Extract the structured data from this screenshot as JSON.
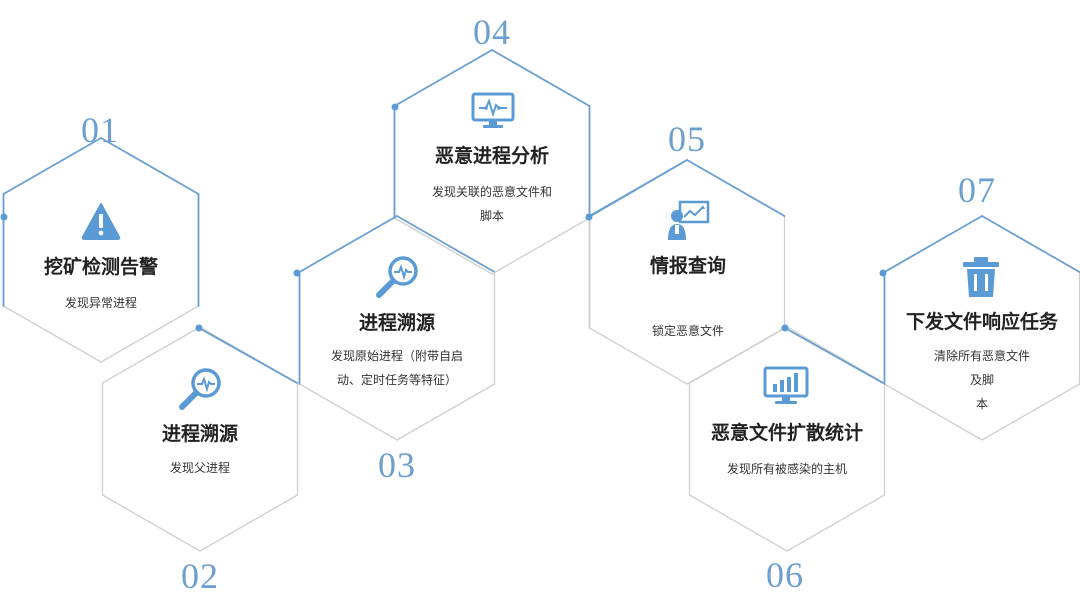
{
  "colors": {
    "accent": "#5b9bd5",
    "accent_outline": "#6a9fd2",
    "grey_outline": "#cfcfcf",
    "number": "#6b9fcf",
    "title": "#222222",
    "text": "#333333"
  },
  "steps": [
    {
      "number": "01",
      "title": "挖矿检测告警",
      "desc": [
        "发现异常进程"
      ],
      "icon": "warning-icon"
    },
    {
      "number": "02",
      "title": "进程溯源",
      "desc": [
        "发现父进程"
      ],
      "icon": "magnifier-pulse-icon"
    },
    {
      "number": "03",
      "title": "进程溯源",
      "desc": [
        "发现原始进程（附带自启",
        "动、定时任务等特征）"
      ],
      "icon": "magnifier-pulse-icon"
    },
    {
      "number": "04",
      "title": "恶意进程分析",
      "desc": [
        "发现关联的恶意文件和",
        "脚本"
      ],
      "icon": "monitor-pulse-icon"
    },
    {
      "number": "05",
      "title": "情报查询",
      "desc": [
        "锁定恶意文件"
      ],
      "icon": "presenter-chart-icon"
    },
    {
      "number": "06",
      "title": "恶意文件扩散统计",
      "desc": [
        "发现所有被感染的主机"
      ],
      "icon": "monitor-bars-icon"
    },
    {
      "number": "07",
      "title": "下发文件响应任务",
      "desc": [
        "清除所有恶意文件及脚",
        "本"
      ],
      "icon": "trash-icon"
    }
  ]
}
